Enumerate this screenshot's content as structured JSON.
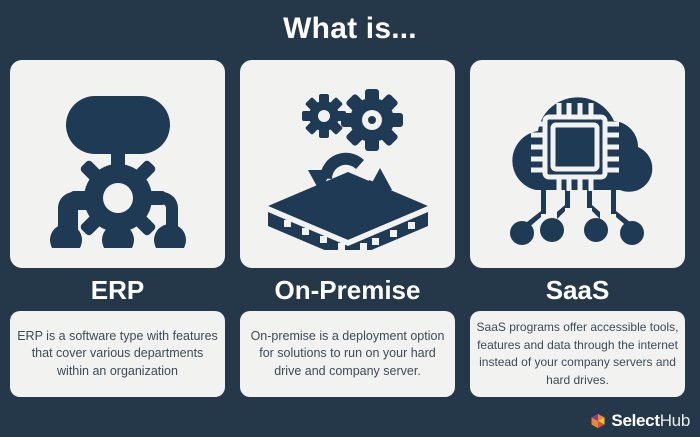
{
  "page": {
    "title": "What is...",
    "background_color": "#253849",
    "card_color": "#f2f2f1",
    "icon_color": "#1e3a54",
    "text_color": "#3c4b58"
  },
  "columns": [
    {
      "heading": "ERP",
      "icon_name": "erp-hierarchy-gear-icon",
      "description": "ERP is a software type with features that cover various departments within an organization"
    },
    {
      "heading": "On-Premise",
      "icon_name": "on-premise-server-gears-icon",
      "description": "On-premise is a deployment option for solutions to run on your hard drive and company server."
    },
    {
      "heading": "SaaS",
      "icon_name": "saas-cloud-chip-icon",
      "description": "SaaS programs offer accessible tools, features and data through the internet instead of your company servers and hard drives."
    }
  ],
  "logo": {
    "mark_name": "selecthub-logo-mark",
    "name_bold": "Select",
    "name_light": "Hub",
    "colors": [
      "#f0852a",
      "#2e9ad0",
      "#f4c430",
      "#8e3b8e"
    ]
  }
}
